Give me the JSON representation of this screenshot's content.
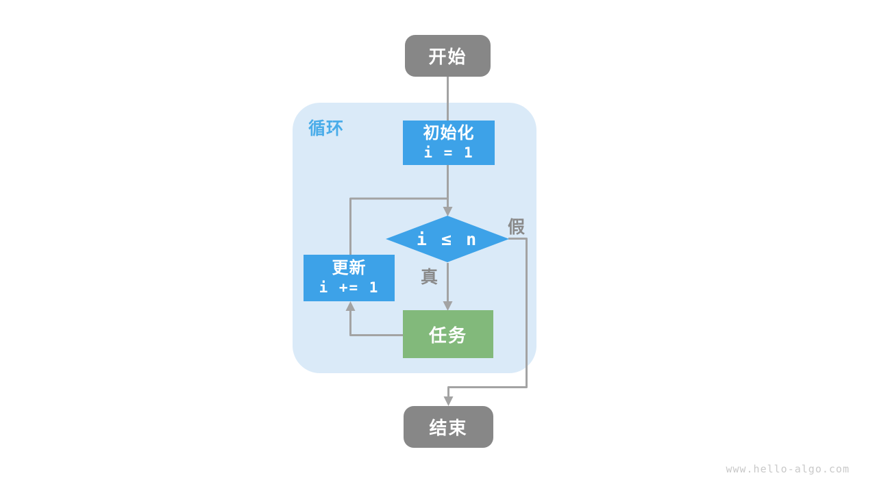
{
  "page": {
    "watermark": "www.hello-algo.com"
  },
  "diagram": {
    "type": "flowchart",
    "loop_container_label": "循环",
    "nodes": {
      "start": {
        "label": "开始",
        "shape": "rounded-terminal",
        "color": "#878787"
      },
      "init": {
        "label": "初始化",
        "code": "i = 1",
        "shape": "process-rect",
        "color": "#3da2e8"
      },
      "condition": {
        "label": "i ≤ n",
        "shape": "diamond-decision",
        "color": "#3da2e8"
      },
      "update": {
        "label": "更新",
        "code": "i += 1",
        "shape": "process-rect",
        "color": "#3da2e8"
      },
      "task": {
        "label": "任务",
        "shape": "process-rect",
        "color": "#82b97b"
      },
      "end": {
        "label": "结束",
        "shape": "rounded-terminal",
        "color": "#878787"
      }
    },
    "edges": {
      "flow": [
        "start -> init",
        "init -> condition",
        "condition -true-> task",
        "task -> update",
        "update -> condition",
        "condition -false-> end"
      ],
      "true_label": "真",
      "false_label": "假"
    },
    "colors": {
      "node_blue": "#3da2e8",
      "node_green": "#82b97b",
      "node_gray": "#878787",
      "container_bg": "#daeaf8",
      "loop_label": "#49ace9",
      "line": "#a3a3a3",
      "branch_label": "#8a8a8a",
      "text_white": "#ffffff",
      "watermark": "#c9c9c9",
      "page_bg": "#ffffff"
    }
  }
}
